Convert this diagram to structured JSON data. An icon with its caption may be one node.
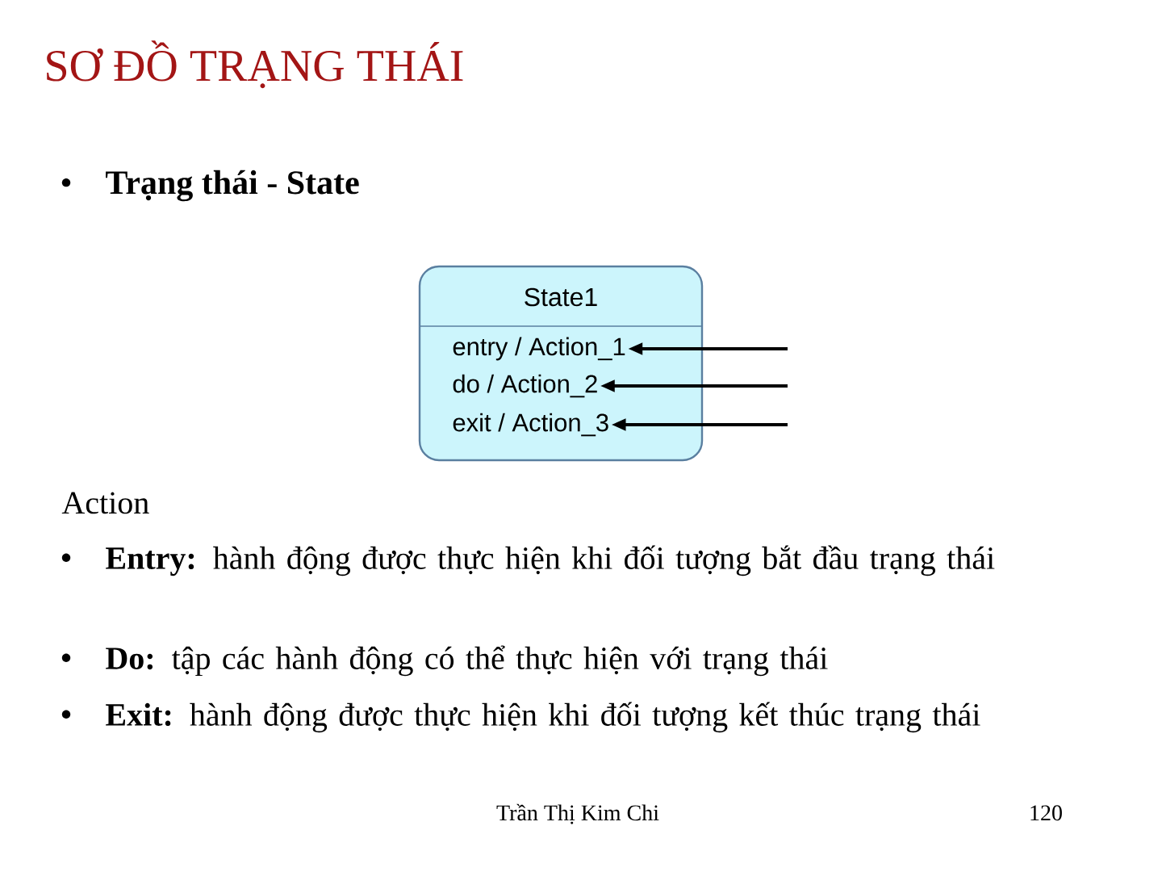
{
  "diagram": {
    "title": "SƠ ĐỒ TRẠNG THÁI",
    "nodes": [
      {
        "text": [
          "State1"
        ]
      },
      {
        "text": [
          "entry / Action_1"
        ],
        "in": 0
      },
      {
        "text": [
          "do / Action_2"
        ],
        "in": 0
      },
      {
        "text": [
          "exit / Action_3"
        ],
        "in": 0
      }
    ],
    "edges": [
      {
        "from": null,
        "to": 1,
        "arrow": "to"
      },
      {
        "from": null,
        "to": 2,
        "arrow": "to"
      },
      {
        "from": null,
        "to": 3,
        "arrow": "to"
      }
    ],
    "labels": [
      "Trạng thái - State",
      "Action",
      "**Entry:** hành động được thực hiện khi đối tượng bắt đầu trạng thái",
      "**Do:** tập các hành động có thể thực hiện với trạng thái",
      "**Exit:** hành động được thực hiện khi đối tượng kết thúc trạng thái",
      "Trần Thị Kim Chi",
      "120"
    ]
  }
}
